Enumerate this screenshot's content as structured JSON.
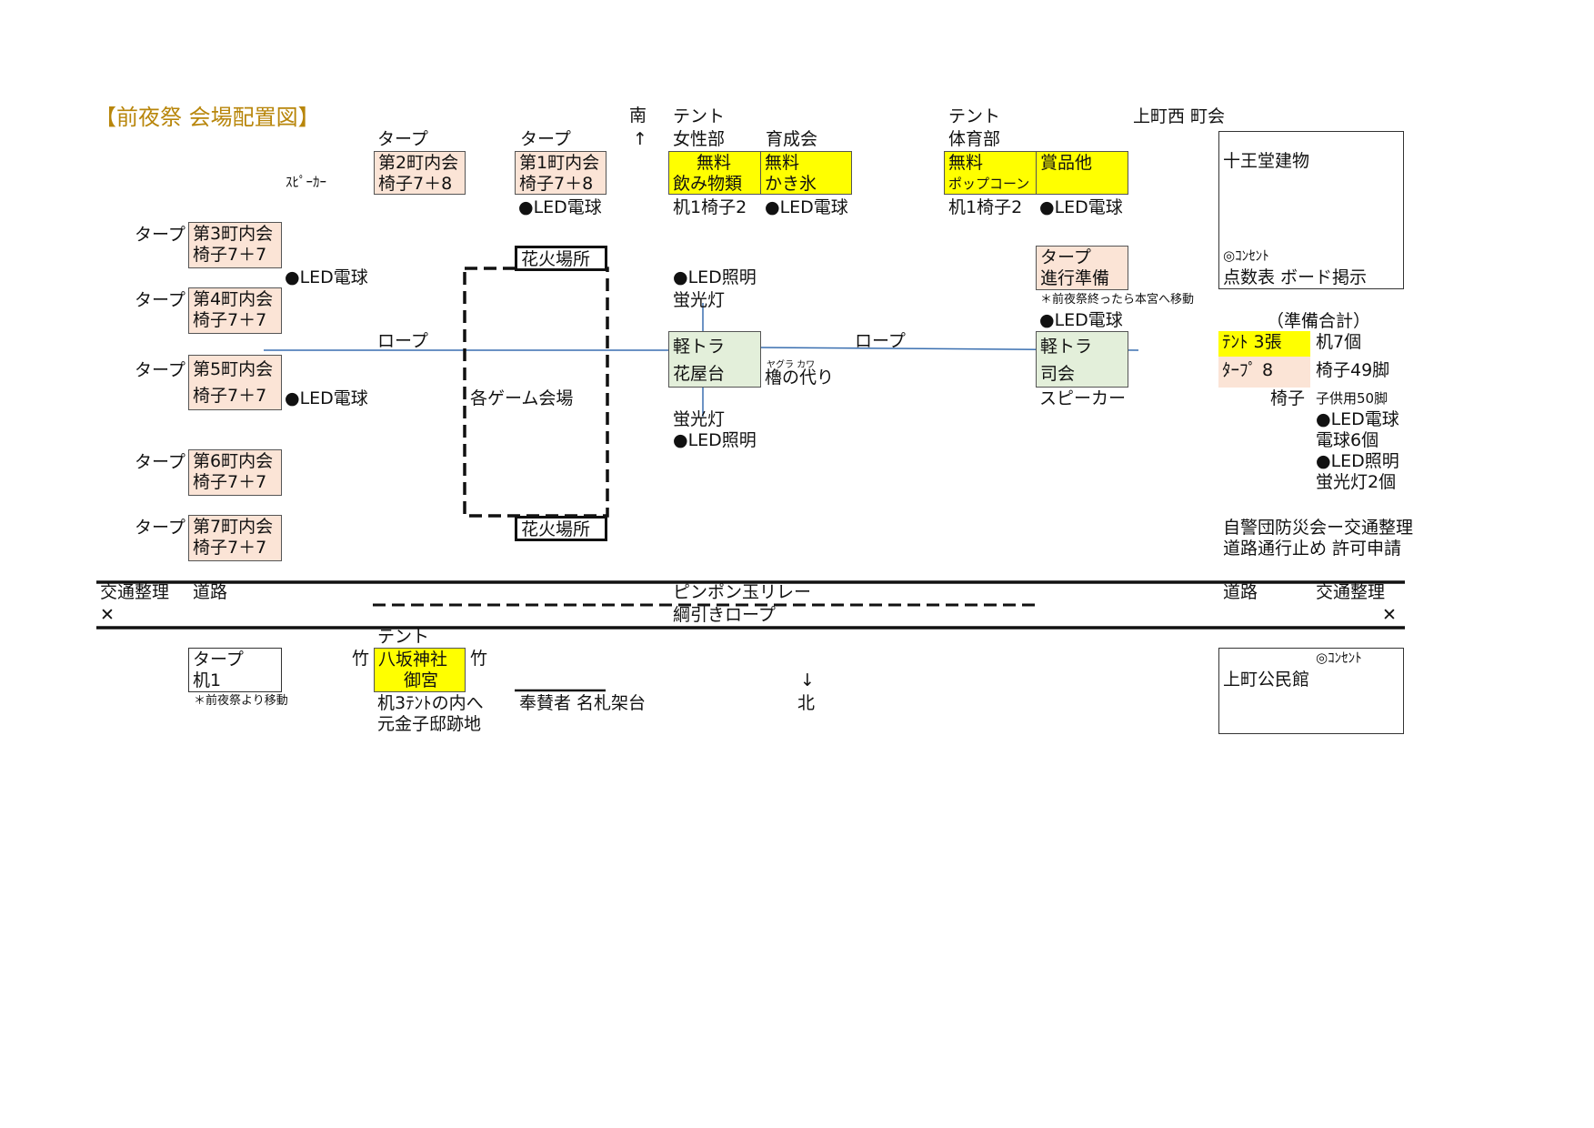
{
  "title": "【前夜祭 会場配置図】",
  "south": "南",
  "up_arrow": "↑",
  "north": "北",
  "down_arrow": "↓",
  "speaker_small": "ｽﾋﾟｰｶｰ",
  "kamimachi_nishi": "上町西 町会",
  "tarp": "タープ",
  "tent": "テント",
  "led_bulb": "●LED電球",
  "led_light": "●LED照明",
  "fluorescent": "蛍光灯",
  "rope": "ロープ",
  "neighborhoods": [
    {
      "name": "第2町内会",
      "chairs": "椅子7＋8"
    },
    {
      "name": "第1町内会",
      "chairs": "椅子7＋8"
    },
    {
      "name": "第3町内会",
      "chairs": "椅子7＋7"
    },
    {
      "name": "第4町内会",
      "chairs": "椅子7＋7"
    },
    {
      "name": "第5町内会",
      "chairs": "椅子7＋7"
    },
    {
      "name": "第6町内会",
      "chairs": "椅子7＋7"
    },
    {
      "name": "第7町内会",
      "chairs": "椅子7＋7"
    }
  ],
  "tents": {
    "womens": {
      "dept": "女性部",
      "l1": "無料",
      "l2": "飲み物類"
    },
    "youth": {
      "dept": "育成会",
      "l1": "無料",
      "l2": "かき氷"
    },
    "sports": {
      "dept": "体育部",
      "l1": "無料",
      "l2": "ポップコーン"
    },
    "prizes": {
      "l1": "賞品他"
    },
    "desk_chair": "机1椅子2"
  },
  "fireworks": "花火場所",
  "game_area": "各ゲーム会場",
  "light_truck": "軽トラ",
  "flower_stand": "花屋台",
  "yagura_ruby": "ヤグラ カワ",
  "yagura": "櫓の代り",
  "progress_tarp": "タープ",
  "progress": "進行準備",
  "move_note": "＊前夜祭終ったら本宮へ移動",
  "mc": "司会",
  "speaker": "スピーカー",
  "juodo": {
    "name": "十王堂建物",
    "outlet": "◎ｺﾝｾﾝﾄ",
    "board": "点数表 ボード掲示"
  },
  "prep_total": {
    "heading": "（準備合計）",
    "tents": "ﾃﾝﾄ 3張",
    "desks": "机7個",
    "tarps": "ﾀｰﾌﾟ 8",
    "chairs": "椅子49脚",
    "chair_label": "椅子",
    "kids_chairs": "子供用50脚",
    "led_bulb": "●LED電球",
    "bulbs": "電球6個",
    "led_light": "●LED照明",
    "fluo": "蛍光灯2個"
  },
  "jikeidan": {
    "l1": "自警団防災会ー交通整理",
    "l2": "道路通行止め 許可申請"
  },
  "road": {
    "traffic": "交通整理",
    "road": "道路",
    "pingpong": "ピンポン玉リレー",
    "tugrope": "綱引きロープ",
    "x": "✕"
  },
  "bottom": {
    "tarp": "タープ",
    "desk1": "机1",
    "note": "＊前夜祭より移動",
    "tent": "テント",
    "bamboo": "竹",
    "shrine1": "八坂神社",
    "shrine2": "御宮",
    "desk3": "机3ﾃﾝﾄの内へ",
    "former": "元金子邸跡地",
    "sponsors": "奉賛者 名札架台",
    "hall_outlet": "◎ｺﾝｾﾝﾄ",
    "hall": "上町公民館"
  }
}
